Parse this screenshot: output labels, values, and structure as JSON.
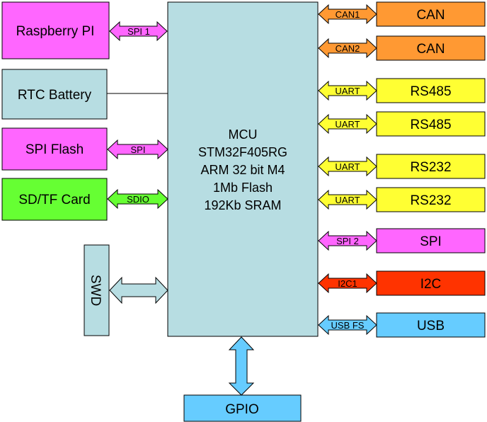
{
  "colors": {
    "mcu": "#b7dde2",
    "raspberry": "#ff66ff",
    "rtc": "#b7dde2",
    "spiflash": "#ff66ff",
    "sdcard": "#66ff33",
    "swd": "#b7dde2",
    "can": "#ff9933",
    "uart": "#ffff33",
    "spi2": "#ff66ff",
    "i2c": "#ff3300",
    "usb": "#66ccff",
    "gpio": "#66ccff"
  },
  "mcu": {
    "lines": [
      "MCU",
      "STM32F405RG",
      "ARM 32 bit M4",
      "1Mb Flash",
      "192Kb SRAM"
    ]
  },
  "left": {
    "raspberry": {
      "label": "Raspberry PI",
      "arrow": "SPI 1"
    },
    "rtc": {
      "label": "RTC Battery"
    },
    "spiflash": {
      "label": "SPI Flash",
      "arrow": "SPI"
    },
    "sdcard": {
      "label": "SD/TF Card",
      "arrow": "SDIO"
    },
    "swd": {
      "label": "SWD"
    }
  },
  "right": [
    {
      "label": "CAN",
      "arrow": "CAN1",
      "color": "#ff9933"
    },
    {
      "label": "CAN",
      "arrow": "CAN2",
      "color": "#ff9933"
    },
    {
      "label": "RS485",
      "arrow": "UART",
      "color": "#ffff33"
    },
    {
      "label": "RS485",
      "arrow": "UART",
      "color": "#ffff33"
    },
    {
      "label": "RS232",
      "arrow": "UART",
      "color": "#ffff33"
    },
    {
      "label": "RS232",
      "arrow": "UART",
      "color": "#ffff33"
    },
    {
      "label": "SPI",
      "arrow": "SPI 2",
      "color": "#ff66ff"
    },
    {
      "label": "I2C",
      "arrow": "I2C1",
      "color": "#ff3300"
    },
    {
      "label": "USB",
      "arrow": "USB FS",
      "color": "#66ccff"
    }
  ],
  "bottom": {
    "label": "GPIO"
  }
}
